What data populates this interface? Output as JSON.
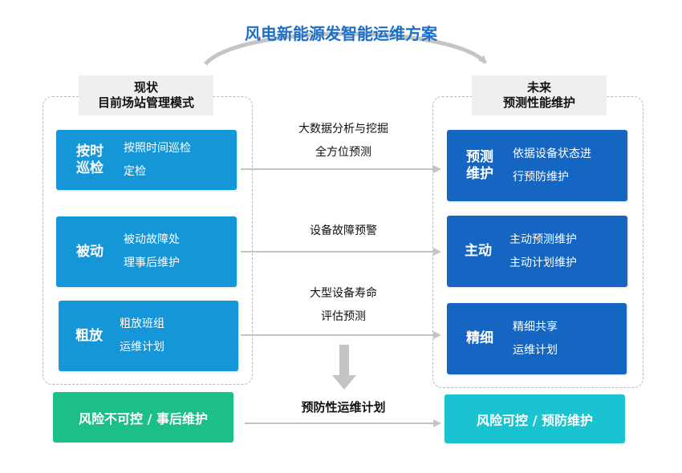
{
  "title": "风电新能源发智能运维方案",
  "left_header": {
    "line1": "现状",
    "line2": "目前场站管理模式"
  },
  "right_header": {
    "line1": "未来",
    "line2": "预测性能维护"
  },
  "left_cards": [
    {
      "key_line1": "按时",
      "key_line2": "巡检",
      "desc_line1": "按照时间巡检",
      "desc_line2": "定检"
    },
    {
      "key_line1": "被动",
      "key_line2": "",
      "desc_line1": "被动故障处",
      "desc_line2": "理事后维护"
    },
    {
      "key_line1": "粗放",
      "key_line2": "",
      "desc_line1": "粗放班组",
      "desc_line2": "运维计划"
    }
  ],
  "right_cards": [
    {
      "key_line1": "预测",
      "key_line2": "维护",
      "desc_line1": "依据设备状态进",
      "desc_line2": "行预防维护"
    },
    {
      "key_line1": "主动",
      "key_line2": "",
      "desc_line1": "主动预测维护",
      "desc_line2": "主动计划维护"
    },
    {
      "key_line1": "精细",
      "key_line2": "",
      "desc_line1": "精细共享",
      "desc_line2": "运维计划"
    }
  ],
  "middle_labels": [
    {
      "line1": "大数据分析与挖掘",
      "line2": "全方位预测"
    },
    {
      "line1": "设备故障预警",
      "line2": ""
    },
    {
      "line1": "大型设备寿命",
      "line2": "评估预测"
    }
  ],
  "bottom": {
    "left": "风险不可控 / 事后维护",
    "middle": "预防性运维计划",
    "right": "风险可控 / 预防维护"
  },
  "colors": {
    "title": "#1e6fc7",
    "left_card": "#1596d8",
    "right_card": "#1566c3",
    "bottom_left": "#1dbf88",
    "bottom_right": "#19c3cf",
    "arrow": "#c4c4c4"
  }
}
